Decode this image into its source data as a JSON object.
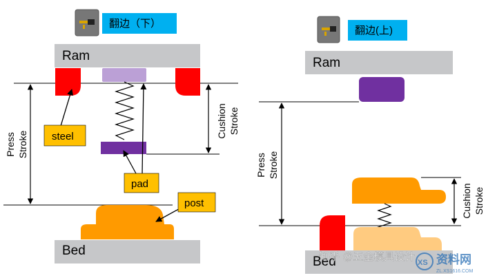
{
  "left_diagram": {
    "title_badge": "翻边（下）",
    "ram_label": "Ram",
    "bed_label": "Bed",
    "press_stroke_label": "Press\nStroke",
    "cushion_stroke_label": "Cushion\nStroke",
    "callouts": {
      "steel": "steel",
      "pad": "pad",
      "post": "post"
    }
  },
  "right_diagram": {
    "title_badge": "翻边(上)",
    "ram_label": "Ram",
    "bed_label": "Bed",
    "press_stroke_label": "Press\nStroke",
    "cushion_stroke_label": "Cushion\nStroke"
  },
  "watermark": {
    "text": "知乎 @五金模具设计",
    "logo_text": "资料网",
    "logo_url": "ZL.XS1616.COM"
  },
  "colors": {
    "gray_block": "#c6c7c9",
    "steel_red": "#ff0000",
    "pad_light": "#bba0d6",
    "pad_dark": "#7030a0",
    "post_orange": "#ff9a00",
    "callout_yellow": "#ffc000",
    "badge_blue": "#00b0f0"
  }
}
